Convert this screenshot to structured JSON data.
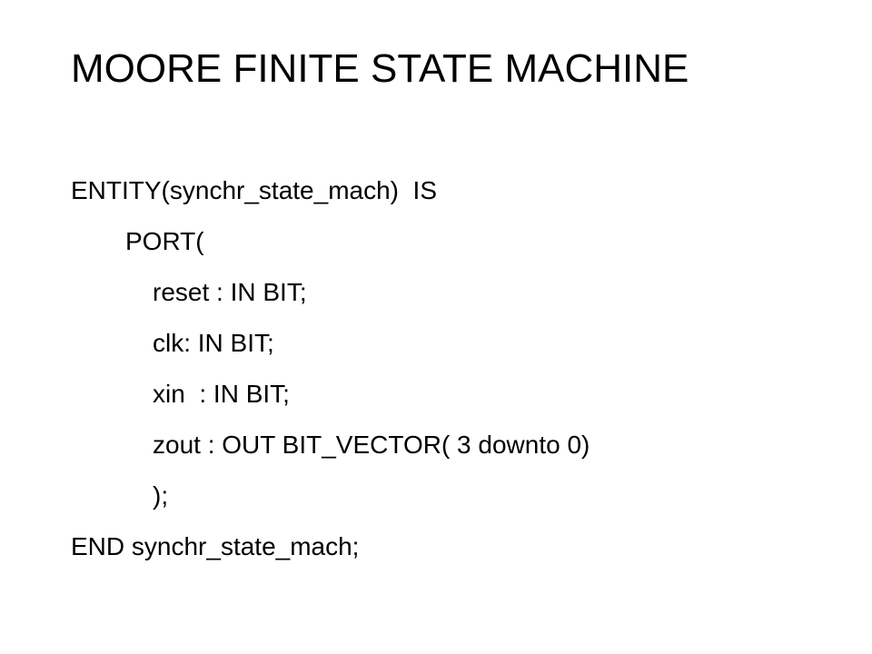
{
  "slide": {
    "title": "MOORE FINITE STATE MACHINE",
    "lines": [
      "ENTITY(synchr_state_mach)  IS",
      "PORT(",
      "reset : IN BIT;",
      "clk: IN BIT;",
      "xin  : IN BIT;",
      "zout : OUT BIT_VECTOR( 3 downto 0)",
      ");",
      "END synchr_state_mach;"
    ]
  }
}
